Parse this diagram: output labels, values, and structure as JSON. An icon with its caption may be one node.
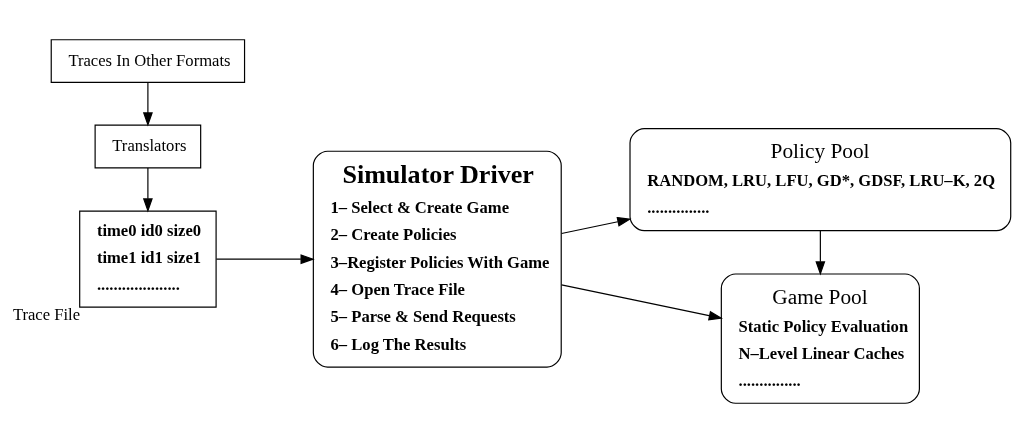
{
  "diagram": {
    "nodes": [
      {
        "text": [
          "Traces In Other Formats"
        ]
      },
      {
        "text": [
          "Translators"
        ]
      },
      {
        "text": [
          "time0 id0 size0",
          "time1 id1 size1",
          "...................."
        ],
        "beside": [
          "Trace File"
        ]
      },
      {
        "text": [
          "Simulator Driver",
          "1– Select & Create Game",
          "2– Create Policies",
          "3–Register Policies With Game",
          "4– Open Trace File",
          "5– Parse & Send Requests",
          "6– Log The Results"
        ]
      },
      {
        "text": [
          "Game Pool",
          "Static Policy Evaluation",
          "N–Level Linear Caches",
          "..............."
        ]
      },
      {
        "text": [
          "Policy Pool",
          "RANDOM, LRU, LFU, GD*, GDSF, LRU–K, 2Q",
          "..............."
        ]
      }
    ],
    "edges": [
      {
        "from": 0,
        "to": 1,
        "arrow": "to"
      },
      {
        "from": 1,
        "to": 2,
        "arrow": "to"
      },
      {
        "from": 2,
        "to": 3,
        "arrow": "to"
      },
      {
        "from": 3,
        "to": 4,
        "arrow": "to"
      },
      {
        "from": 3,
        "to": 5,
        "arrow": "to"
      },
      {
        "from": 5,
        "to": 4,
        "arrow": "to"
      }
    ]
  }
}
